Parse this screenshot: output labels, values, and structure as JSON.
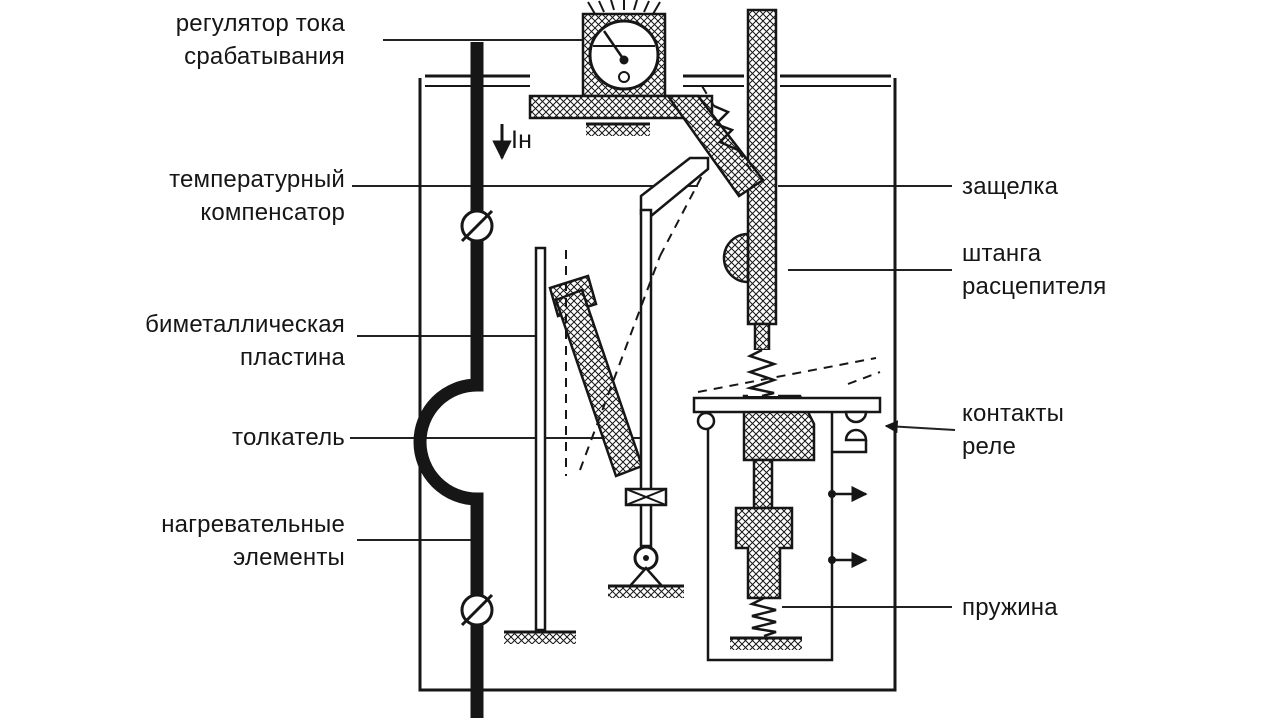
{
  "colors": {
    "ink": "#161616",
    "background": "#ffffff"
  },
  "annotations": {
    "rated_current": "Iн"
  },
  "labels": {
    "left": [
      {
        "id": "current-regulator",
        "text": "регулятор тока\nсрабатывания"
      },
      {
        "id": "temperature-compensator",
        "text": "температурный\nкомпенсатор"
      },
      {
        "id": "bimetal-plate",
        "text": "биметаллическая\nпластина"
      },
      {
        "id": "pusher",
        "text": "толкатель"
      },
      {
        "id": "heating-elements",
        "text": "нагревательные\nэлементы"
      }
    ],
    "right": [
      {
        "id": "latch",
        "text": "защелка"
      },
      {
        "id": "trip-rod",
        "text": "штанга\nрасцепителя"
      },
      {
        "id": "relay-contacts",
        "text": "контакты\nреле"
      },
      {
        "id": "spring",
        "text": "пружина"
      }
    ]
  }
}
